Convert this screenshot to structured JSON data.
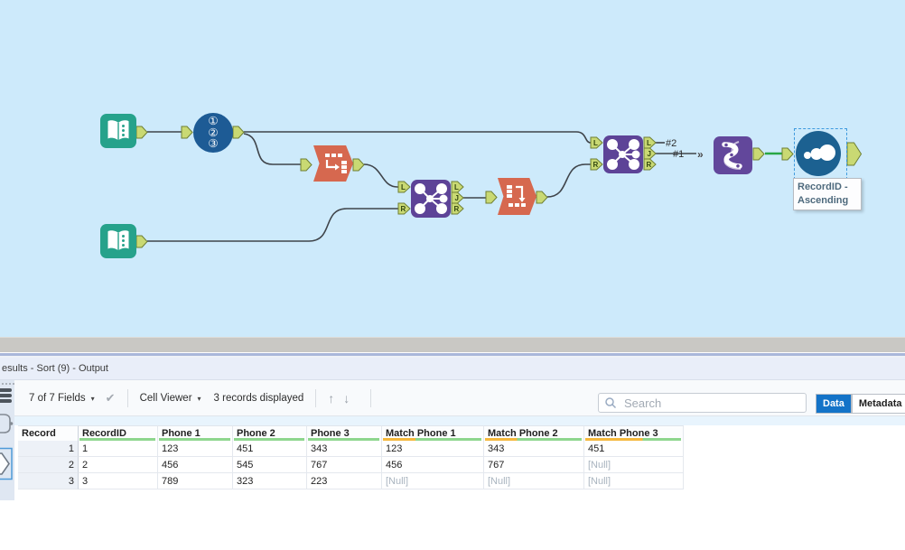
{
  "canvas": {
    "record_id_digits": [
      "①",
      "②",
      "③"
    ],
    "join_letters": {
      "L": "L",
      "J": "J",
      "R": "R"
    },
    "wire_labels": {
      "first": "#1",
      "second": "#2"
    },
    "multi_connection_glyph": "»",
    "annotation": {
      "line1": "RecordID -",
      "line2": "Ascending"
    }
  },
  "results": {
    "title": "esults - Sort (9) - Output",
    "toolbar": {
      "fields_summary": "7 of 7 Fields",
      "caret_glyph": "▾",
      "check_glyph": "✔",
      "cell_viewer_label": "Cell Viewer",
      "records_displayed": "3 records displayed",
      "up_glyph": "↑",
      "down_glyph": "↓"
    },
    "search": {
      "placeholder": "Search"
    },
    "view_buttons": {
      "data": "Data",
      "metadata": "Metadata"
    },
    "table": {
      "columns": [
        "Record",
        "RecordID",
        "Phone 1",
        "Phone 2",
        "Phone 3",
        "Match Phone 1",
        "Match Phone 2",
        "Match Phone 3"
      ],
      "quality_null_pct": [
        null,
        0,
        0,
        0,
        0,
        33,
        33,
        66
      ],
      "rows": [
        [
          "1",
          "1",
          "123",
          "451",
          "343",
          "123",
          "343",
          "451"
        ],
        [
          "2",
          "2",
          "456",
          "545",
          "767",
          "456",
          "767",
          "[Null]"
        ],
        [
          "3",
          "3",
          "789",
          "323",
          "223",
          "[Null]",
          "[Null]",
          "[Null]"
        ]
      ]
    }
  },
  "colors": {
    "canvas_bg": "#cdeafb",
    "join_purple": "#5d4397",
    "transform_orange": "#d6684f",
    "input_teal": "#26a28b",
    "record_id_blue": "#1d5b95",
    "browse_blue": "#1c6191",
    "anchor_green": "#c9d973",
    "quality_green": "#8ed68e",
    "quality_orange": "#f5b83d",
    "selected_wire_green": "#28a745",
    "data_button_blue": "#1373c8"
  }
}
